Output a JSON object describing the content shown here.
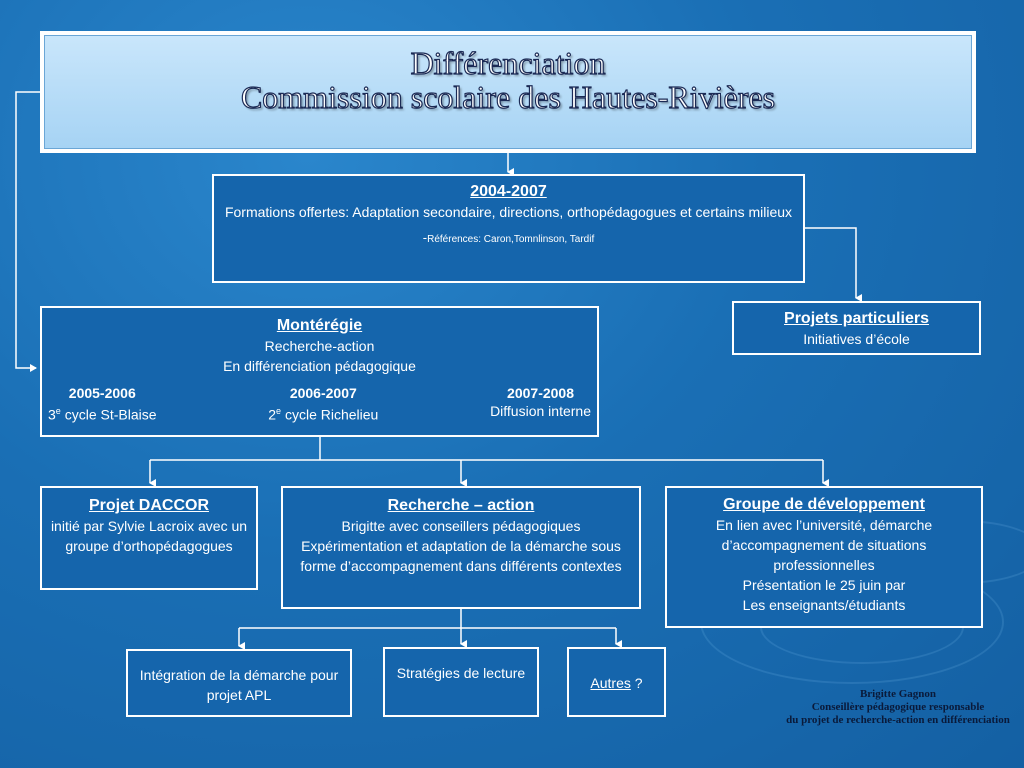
{
  "title": {
    "line1": "Différenciation",
    "line2": "Commission scolaire des Hautes-Rivières"
  },
  "box_2004": {
    "heading": "2004-2007",
    "text": "Formations offertes: Adaptation secondaire, directions, orthopédagogues et certains milieux",
    "refs": "Références:  Caron,Tomnlinson, Tardif",
    "refs_prefix": "-"
  },
  "projets": {
    "heading": "Projets particuliers",
    "text": "Initiatives d’école"
  },
  "monteregie": {
    "heading": "Montérégie",
    "line1": "Recherche-action",
    "line2": "En différenciation pédagogique",
    "cols": [
      {
        "year": "2005-2006",
        "num": "3",
        "sup": "e",
        "rest": " cycle St-Blaise"
      },
      {
        "year": "2006-2007",
        "num": "2",
        "sup": "e",
        "rest": " cycle Richelieu"
      },
      {
        "year": "2007-2008",
        "num": "",
        "sup": "",
        "rest": "Diffusion interne"
      }
    ]
  },
  "daccor": {
    "heading": "Projet DACCOR",
    "text": "initié par Sylvie Lacroix avec un groupe d’orthopédagogues"
  },
  "recherche": {
    "heading": "Recherche – action",
    "line1": "Brigitte avec conseillers pédagogiques",
    "line2": "Expérimentation et adaptation de la démarche sous forme d’accompagnement dans différents contextes"
  },
  "groupe": {
    "heading": "Groupe de développement",
    "line1": "En lien avec l’université, démarche d’accompagnement de situations professionnelles",
    "line2": "Présentation le 25 juin par",
    "line3": "Les enseignants/étudiants"
  },
  "integration": {
    "text": "Intégration de la démarche pour projet APL"
  },
  "strategies": {
    "text": "Stratégies de lecture"
  },
  "autres": {
    "link": "Autres",
    "suffix": " ?"
  },
  "signature": {
    "line1": "Brigitte Gagnon",
    "line2": "Conseillère pédagogique responsable",
    "line3": "du projet  de recherche-action  en différenciation"
  }
}
